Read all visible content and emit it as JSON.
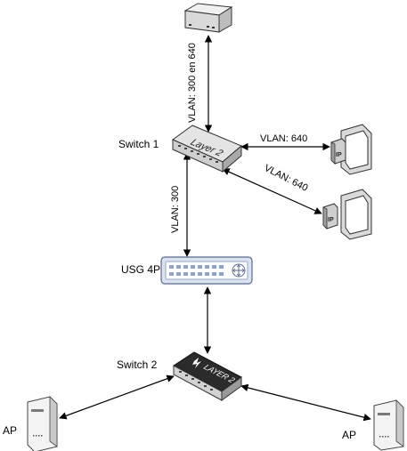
{
  "nodes": {
    "switch1": {
      "label": "Switch 1",
      "badge": "Layer 2"
    },
    "usg": {
      "label": "USG 4P"
    },
    "switch2": {
      "label": "Switch 2",
      "badge": "LAYER 2"
    },
    "ap_left": {
      "label": "AP"
    },
    "ap_right": {
      "label": "AP"
    },
    "phone_top": {
      "badge": "IP"
    },
    "phone_bottom": {
      "badge": "IP"
    }
  },
  "links": {
    "uplink": "VLAN: 300 en 640",
    "phone_top": "VLAN: 640",
    "phone_bottom": "VLAN: 640",
    "to_usg": "VLAN: 300"
  },
  "colors": {
    "line": "#000000",
    "device_light": "#e6e6e6",
    "device_dark": "#2b2b2b",
    "usg_blue": "#dbe3f3"
  }
}
